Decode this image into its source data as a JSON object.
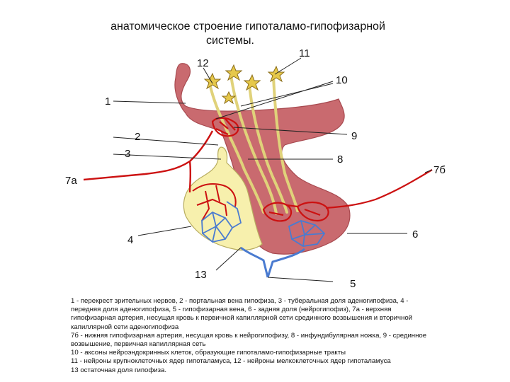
{
  "title": {
    "line1": "анатомическое строение гипоталамо-гипофизарной",
    "line2": "системы."
  },
  "labels": {
    "n1": "1",
    "n2": "2",
    "n3": "3",
    "n4": "4",
    "n5": "5",
    "n6": "6",
    "n7a": "7а",
    "n7b": "7б",
    "n8": "8",
    "n9": "9",
    "n10": "10",
    "n11": "11",
    "n12": "12",
    "n13": "13"
  },
  "legend": [
    "1 - перекрест зрительных нервов, 2 - портальная вена гипофиза, 3 - туберальная доля аденогипофиза, 4 -",
    "передняя доля аденогипофиза, 5 - гипофизарная вена, 6 - задняя доля (нейрогипофиз), 7а - верхняя",
    "гипофизарная артерия, несущая кровь к первичной капиллярной сети срединного возвышения и вторичной",
    "капиллярной сети аденогипофиза",
    "7б - нижняя гипофизарная артерия, несущая кровь к нейрогипофизу, 8 - инфундибулярная ножка, 9 - срединное",
    "возвышение, первичная капиллярная сеть",
    "10 - аксоны нейроэндокринных клеток, образующие гипоталамо-гипофизарные тракты",
    "11 - нейроны крупноклеточных ядер гипоталамуса, 12 - нейроны мелкоклеточных ядер гипоталамуса",
    "13 остаточная доля гипофиза."
  ],
  "colors": {
    "hypothalamus": "#c96a6f",
    "adenohypophysis": "#f7f0ad",
    "artery": "#cc1111",
    "vein": "#4a7bd0",
    "axon": "#e0d27a"
  }
}
